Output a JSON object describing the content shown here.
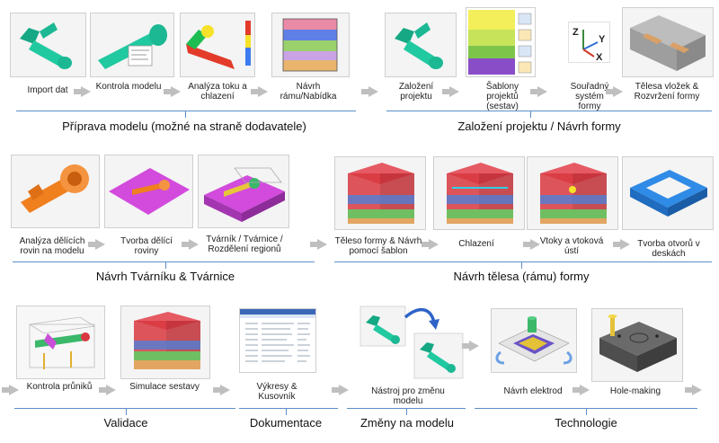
{
  "rows": [
    {
      "sections": [
        {
          "label": "Příprava modelu (možné na straně dodavatele)"
        },
        {
          "label": "Založení projektu / Návrh formy"
        }
      ],
      "steps": [
        {
          "label": "Import dat",
          "icon": "green-tool-model-icon"
        },
        {
          "label": "Kontrola modelu",
          "icon": "model-check-icon"
        },
        {
          "label": "Analýza toku a chlazení",
          "icon": "flow-analysis-icon"
        },
        {
          "label": "Návrh rámu/Nabídka",
          "icon": "mold-frame-icon"
        },
        {
          "label": "Založení projektu",
          "icon": "green-tool-model-icon"
        },
        {
          "label": "Šablony projektů (sestav)",
          "icon": "template-sheet-icon"
        },
        {
          "label": "Souřadný systém formy",
          "icon": "coordinate-axes-icon"
        },
        {
          "label": "Tělesa vložek & Rozvržení formy",
          "icon": "insert-layout-icon"
        }
      ]
    },
    {
      "sections": [
        {
          "label": "Návrh Tvárníku & Tvárnice"
        },
        {
          "label": "Návrh tělesa (rámu) formy"
        }
      ],
      "steps": [
        {
          "label": "Analýza dělících rovin na modelu",
          "icon": "orange-tool-model-icon"
        },
        {
          "label": "Tvorba dělící roviny",
          "icon": "parting-plane-icon"
        },
        {
          "label": "Tvárník / Tvárnice / Rozdělení regionů",
          "icon": "core-cavity-icon"
        },
        {
          "label": "Těleso formy & Návrh pomocí šablon",
          "icon": "mold-body-icon"
        },
        {
          "label": "Chlazení",
          "icon": "cooling-icon"
        },
        {
          "label": "Vtoky a vtoková ústí",
          "icon": "gates-icon"
        },
        {
          "label": "Tvorba otvorů v deskách",
          "icon": "plate-holes-icon"
        }
      ]
    },
    {
      "sections": [
        {
          "label": "Validace"
        },
        {
          "label": "Dokumentace"
        },
        {
          "label": "Změny na modelu"
        },
        {
          "label": "Technologie"
        }
      ],
      "steps": [
        {
          "label": "Kontrola průniků",
          "icon": "interference-check-icon"
        },
        {
          "label": "Simulace sestavy",
          "icon": "assembly-simulation-icon"
        },
        {
          "label": "Výkresy & Kusovník",
          "icon": "bom-document-icon"
        },
        {
          "label": "Nástroj pro změnu modelu",
          "icon": "model-change-icon"
        },
        {
          "label": "Návrh elektrod",
          "icon": "electrode-icon"
        },
        {
          "label": "Hole-making",
          "icon": "hole-making-icon"
        }
      ]
    }
  ],
  "template_sheet": {
    "colors": [
      "#f2ef5a",
      "#c6e35a",
      "#7cc54a",
      "#8a4dc8"
    ]
  },
  "axes": {
    "z": "Z",
    "y": "Y",
    "x": "X"
  },
  "colors": {
    "accent_line": "#5b8fc8",
    "arrow": "#bfbfbf",
    "model_green": "#21c9a0",
    "model_orange": "#f07f1e",
    "plane_magenta": "#d24bdc",
    "mold_red": "#d8383f",
    "mold_blue": "#2f8be6"
  }
}
